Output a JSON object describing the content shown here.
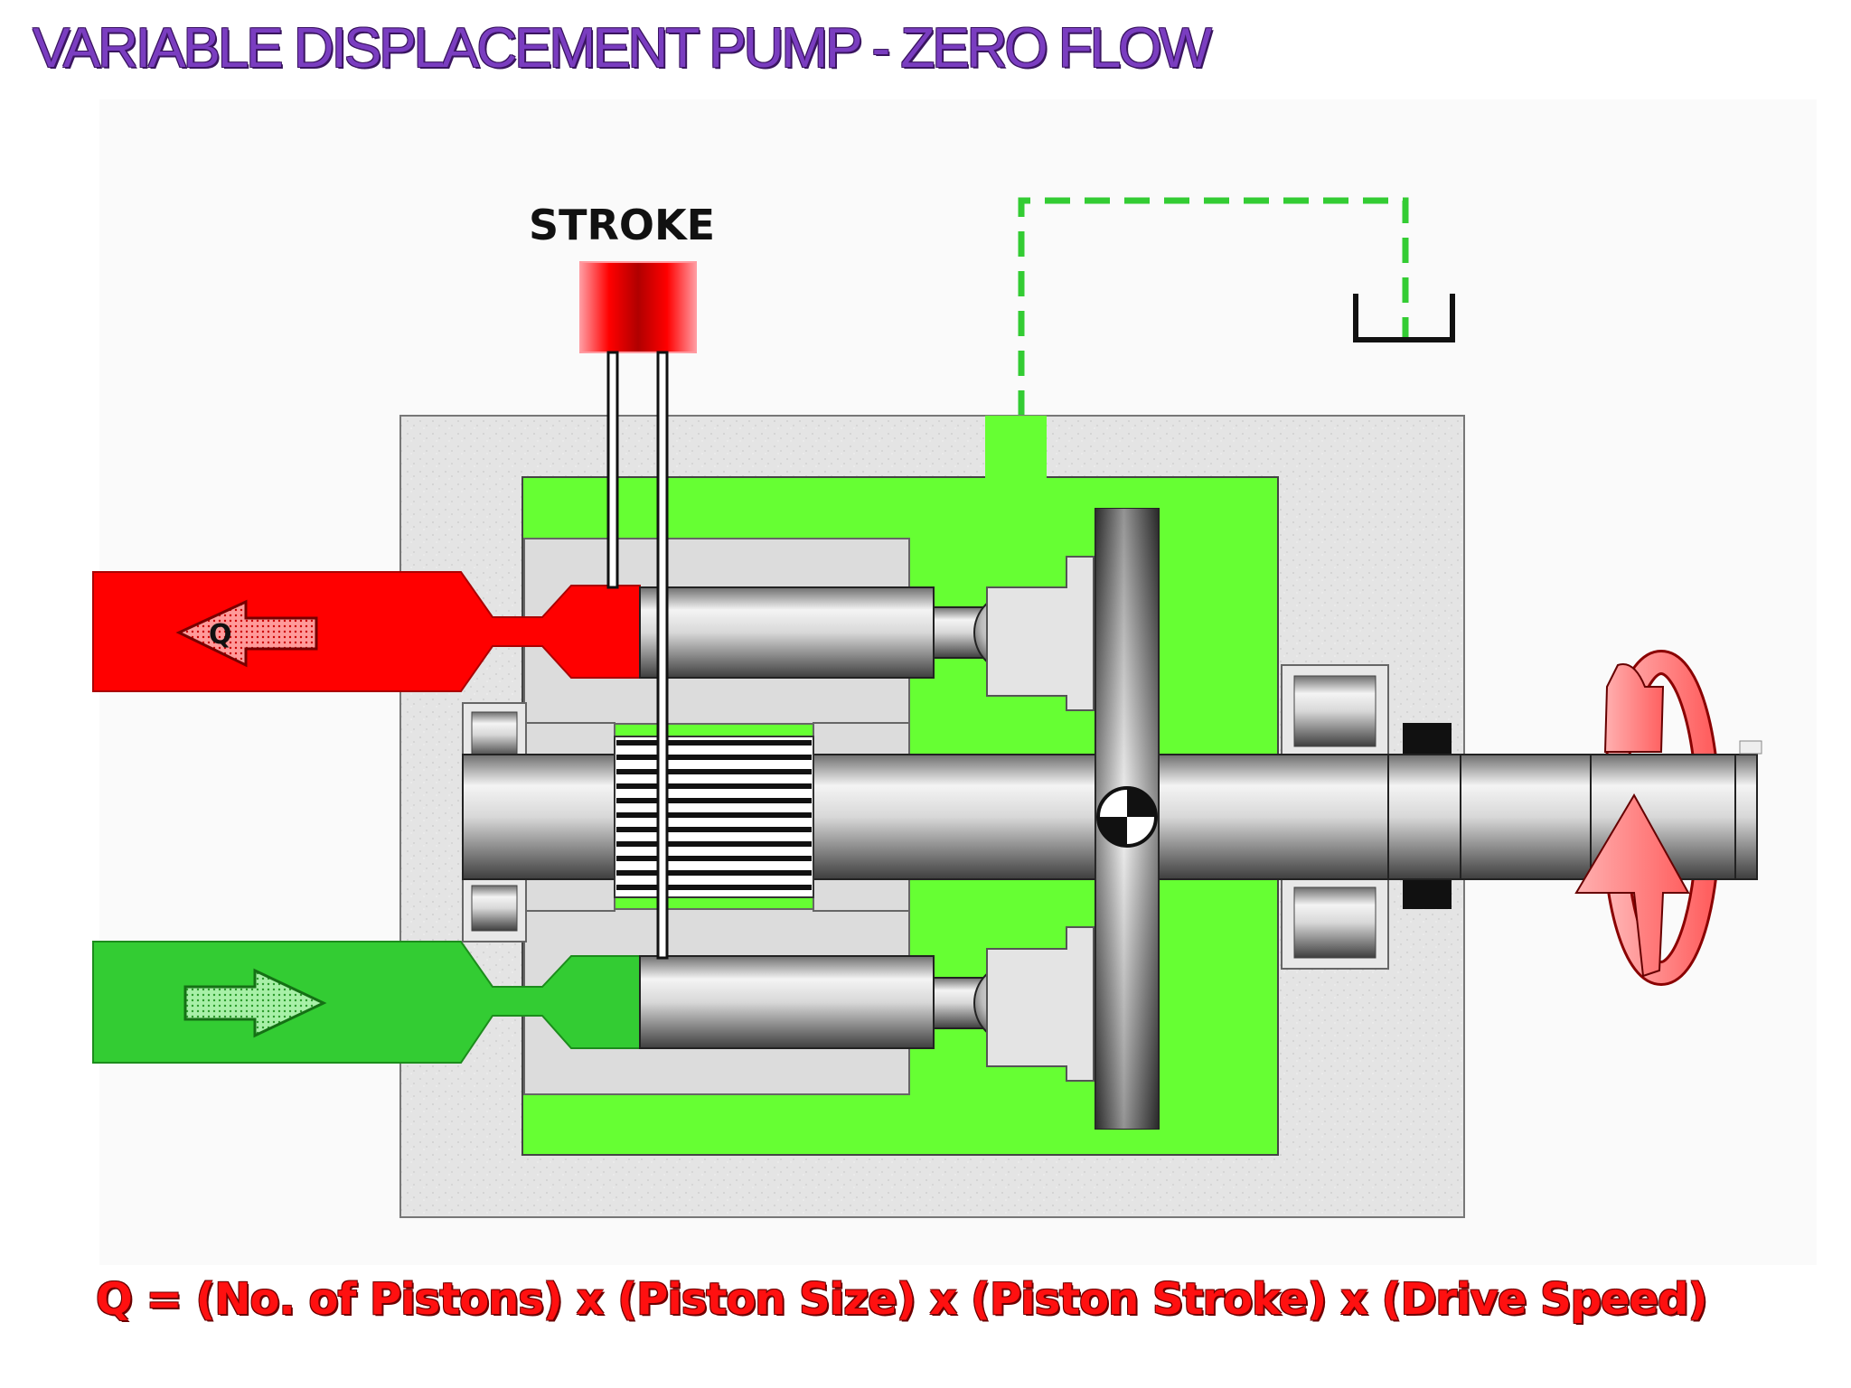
{
  "title": "VARIABLE DISPLACEMENT PUMP - ZERO FLOW",
  "stroke_label": "STROKE",
  "flow_symbol": "Q",
  "formula": "Q = (No. of Pistons) x (Piston Size) x (Piston Stroke) x (Drive Speed)",
  "colors": {
    "title": "#7a3dc0",
    "outlet": "#ff0000",
    "inlet": "#33cc33",
    "case_drain": "#66ff33",
    "housing": "#e6e6e6",
    "formula": "#ff1010"
  }
}
